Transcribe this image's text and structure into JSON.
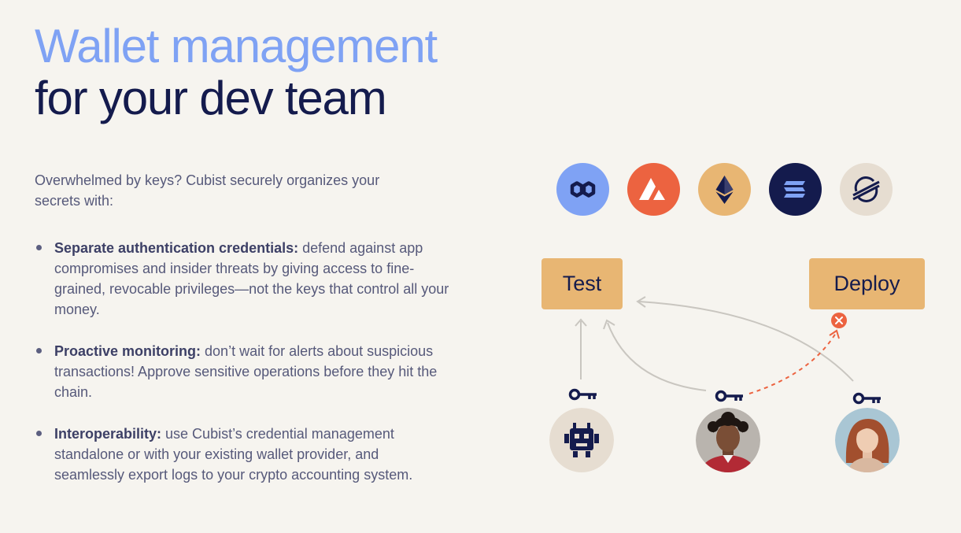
{
  "headline": {
    "line1": "Wallet management",
    "line2": "for your dev team"
  },
  "intro": "Overwhelmed by keys? Cubist securely organizes your secrets with:",
  "features": [
    {
      "title": "Separate authentication credentials:",
      "text": " defend against app compromises and insider threats by giving access to fine-grained, revocable privileges—not the keys that control all your money."
    },
    {
      "title": "Proactive monitoring:",
      "text": " don’t wait for alerts about suspicious transactions! Approve sensitive operations before they hit the chain."
    },
    {
      "title": "Interoperability:",
      "text": " use Cubist’s credential management standalone or with your existing wallet provider, and seamlessly export logs to your crypto accounting system."
    }
  ],
  "diagram": {
    "chains": [
      {
        "icon": "polygon-icon",
        "color": "#7fa2f4"
      },
      {
        "icon": "avalanche-icon",
        "color": "#ec6340"
      },
      {
        "icon": "ethereum-icon",
        "color": "#e8b673"
      },
      {
        "icon": "solana-icon",
        "color": "#141b4d"
      },
      {
        "icon": "stellar-icon",
        "color": "#e6ddd1"
      }
    ],
    "boxes": {
      "test": "Test",
      "deploy": "Deploy"
    },
    "actors": [
      {
        "icon": "robot-icon"
      },
      {
        "icon": "developer-avatar"
      },
      {
        "icon": "developer-avatar"
      }
    ],
    "colors": {
      "navy": "#141b4d",
      "accent_orange": "#ec6340",
      "box_gold": "#e8b673",
      "arrow_gray": "#c9c6c0",
      "background": "#f6f4ef"
    }
  }
}
